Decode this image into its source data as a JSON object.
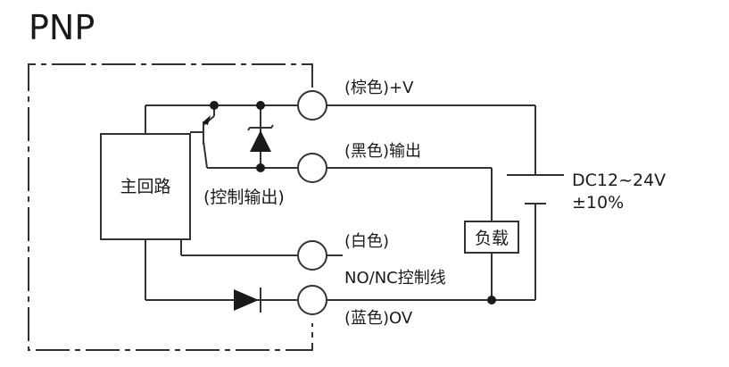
{
  "title": "PNP",
  "main_circuit_label": "主回路",
  "control_output_label": "(控制输出)",
  "terminals": [
    {
      "label": "(棕色)+V"
    },
    {
      "label": "(黑色)输出"
    },
    {
      "label_line1": "(白色)",
      "label_line2": "NO/NC控制线"
    },
    {
      "label": "(蓝色)OV"
    }
  ],
  "load_label": "负载",
  "supply": {
    "line1": "DC12~24V",
    "line2": "±10%"
  }
}
